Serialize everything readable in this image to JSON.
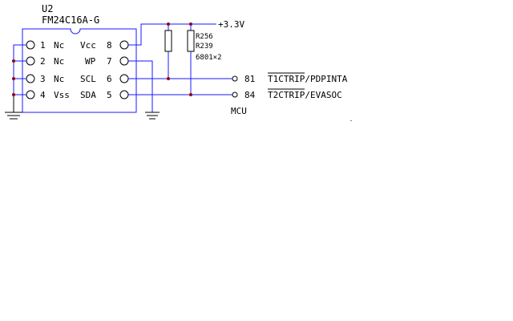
{
  "component": {
    "ref": "U2",
    "part": "FM24C16A-G",
    "left_pins": [
      {
        "num": "1",
        "name": "Nc"
      },
      {
        "num": "2",
        "name": "Nc"
      },
      {
        "num": "3",
        "name": "Nc"
      },
      {
        "num": "4",
        "name": "Vss"
      }
    ],
    "right_pins": [
      {
        "name": "Vcc",
        "num": "8"
      },
      {
        "name": "WP",
        "num": "7"
      },
      {
        "name": "SCL",
        "num": "6"
      },
      {
        "name": "SDA",
        "num": "5"
      }
    ]
  },
  "power": {
    "label": "+3.3V"
  },
  "resistors": {
    "ref_1": "R256",
    "ref_2": "R239",
    "value": "6801×2"
  },
  "connections": [
    {
      "pin": "81",
      "signal": "T1CTRIP/PDPINTA"
    },
    {
      "pin": "84",
      "signal": "T2CTRIP/EVASOC"
    }
  ],
  "mcu_label": "MCU",
  "colors": {
    "wire": "#1a1aff",
    "junction": "#990000",
    "body": "#000000"
  }
}
